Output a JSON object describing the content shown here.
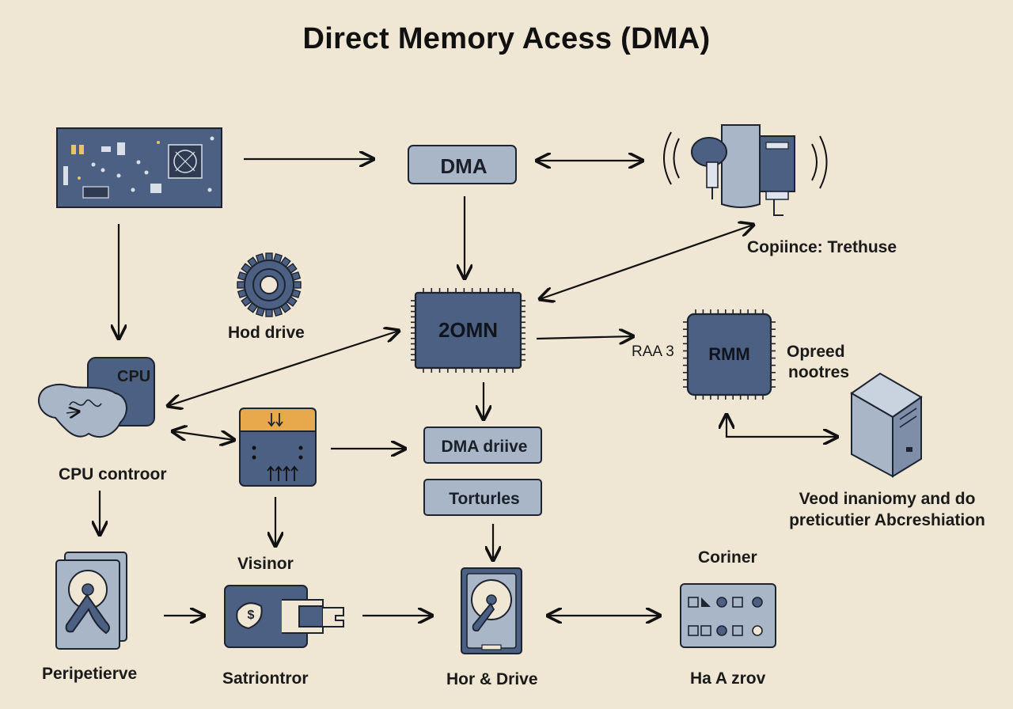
{
  "title": "Direct Memory Acess (DMA)",
  "nodes": {
    "dma": "DMA",
    "center_chip": "2OMN",
    "ram_chip": "RMM",
    "ram_side": "RAA 3",
    "dma_drive": "DMA driive",
    "torturles": "Torturles",
    "cpu_box": "CPU"
  },
  "labels": {
    "copince": "Copiince: Trethuse",
    "hod_drive": "Hod drive",
    "cpu_controller": "CPU controor",
    "opreed_1": "Opreed",
    "opreed_2": "nootres",
    "veod_1": "Veod inaniomy and do",
    "veod_2": "preticutier Abcreshiation",
    "visinor": "Visinor",
    "coriner": "Coriner",
    "peripetierve": "Peripetierve",
    "satriontror": "Satriontror",
    "hor_drive": "Hor & Drive",
    "ha_azrov": "Ha A zrov"
  },
  "colors": {
    "background": "#efe6d4",
    "navy": "#4c6083",
    "light_blue": "#a9b6c8",
    "orange": "#e7a94b",
    "stroke": "#1d2430"
  }
}
